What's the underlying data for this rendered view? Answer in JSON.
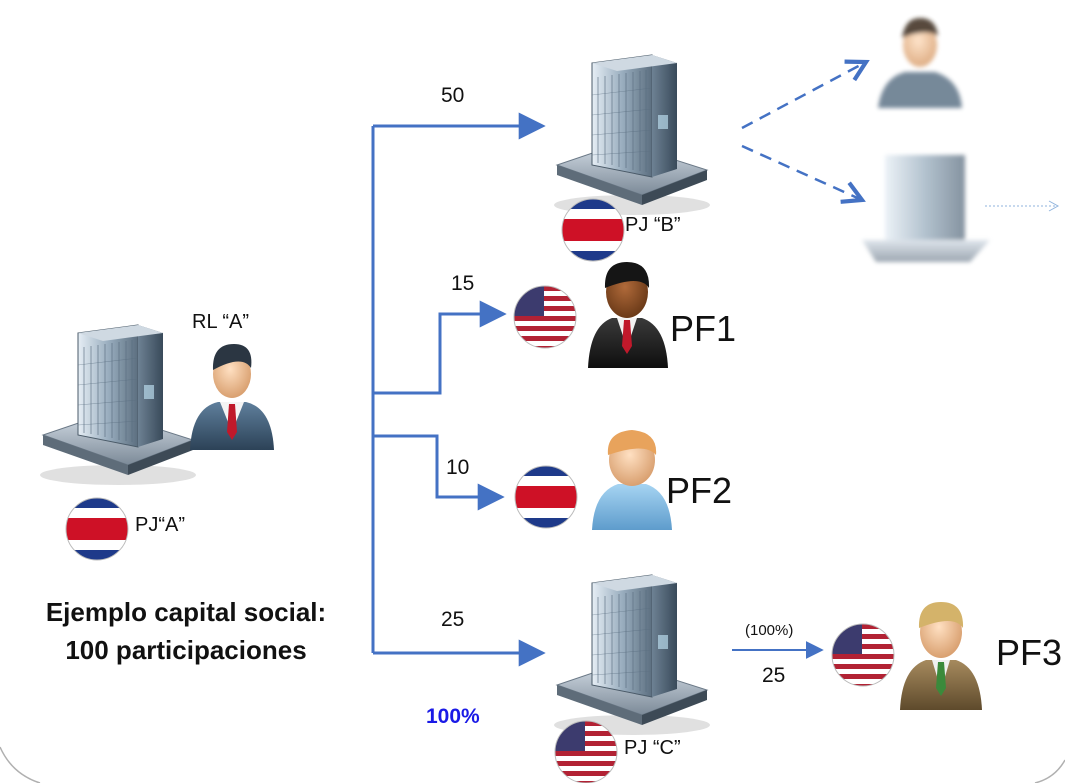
{
  "nodes": {
    "pj_a": {
      "label": "PJ“A”"
    },
    "rl_a": {
      "label": "RL “A”"
    },
    "pj_b": {
      "label": "PJ “B”"
    },
    "pj_c": {
      "label": "PJ “C”"
    },
    "pf1": {
      "label": "PF1"
    },
    "pf2": {
      "label": "PF2"
    },
    "pf3": {
      "label": "PF3"
    }
  },
  "edges": {
    "to_pj_b": "50",
    "to_pf1": "15",
    "to_pf2": "10",
    "to_pj_c": "25",
    "c_to_pf3_pct": "(100%)",
    "c_to_pf3": "25"
  },
  "caption": {
    "line1": "Ejemplo capital social:",
    "line2": "100 participaciones"
  },
  "total_pct": "100%",
  "colors": {
    "arrow": "#4472c4",
    "pct_text": "#1a1ae6",
    "cr_red": "#ce1126",
    "cr_blue": "#1e3a8a",
    "us_red": "#b22234",
    "us_blue": "#3c3b6e"
  },
  "icons": {
    "building": "office-building-icon",
    "person": "person-icon",
    "flag_cr": "costa-rica-flag-icon",
    "flag_us": "usa-flag-icon"
  }
}
